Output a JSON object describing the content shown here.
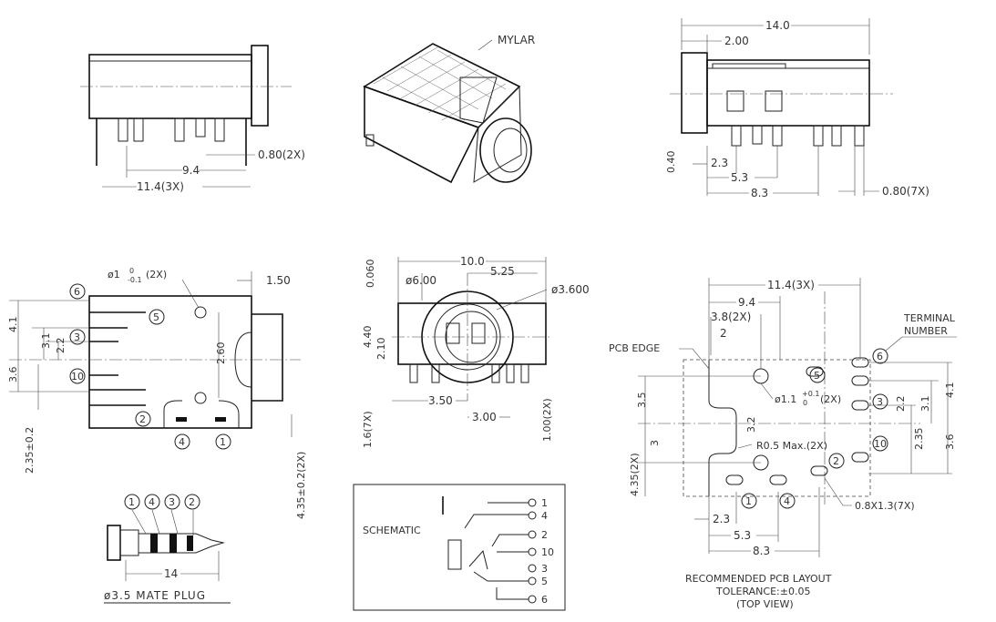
{
  "side_view": {
    "dim_lead_width": "0.80(2X)",
    "dim_9_4": "9.4",
    "dim_11_4": "11.4(3X)"
  },
  "iso_view": {
    "mylar_label": "MYLAR"
  },
  "top_view": {
    "dim_14": "14.0",
    "dim_2": "2.00",
    "dim_040": "0.40",
    "dim_2_3": "2.3",
    "dim_5_3": "5.3",
    "dim_8_3": "8.3",
    "dim_080_7x": "0.80(7X)"
  },
  "pin_view": {
    "hole_dim": "ø1 0 -0.1 (2X)",
    "hole_dim_main": "ø1",
    "hole_tol_up": "0",
    "hole_tol_dn": "-0.1",
    "hole_count": "(2X)",
    "dim_150": "1.50",
    "dim_41": "4.1",
    "dim_31": "3.1",
    "dim_22": "2.2",
    "dim_36": "3.6",
    "dim_260": "2.60",
    "dim_235": "2.35±0.2",
    "dim_435": "4.35±0.2(2X)",
    "pins": [
      "6",
      "5",
      "3",
      "10",
      "2",
      "4",
      "1"
    ]
  },
  "front_view": {
    "dim_10": "10.0",
    "dim_0060": "0.060",
    "dim_600": "ø6.00",
    "dim_525": "5.25",
    "dim_3600": "ø3.600",
    "dim_440": "4.40",
    "dim_210": "2.10",
    "dim_350": "3.50",
    "dim_300": "3.00",
    "dim_16": "1.6(7X)",
    "dim_100": "1.00(2X)"
  },
  "plug": {
    "dim_14": "14",
    "label": "ø3.5 MATE PLUG",
    "rings": [
      "1",
      "4",
      "3",
      "2"
    ]
  },
  "schematic": {
    "label": "SCHEMATIC",
    "terminals": [
      "1",
      "4",
      "2",
      "10",
      "3",
      "5",
      "6"
    ]
  },
  "pcb_layout": {
    "dim_114": "11.4(3X)",
    "dim_94": "9.4",
    "dim_38": "3.8(2X)",
    "dim_2": "2",
    "pcb_edge": "PCB EDGE",
    "terminal_number_1": "TERMINAL",
    "terminal_number_2": "NUMBER",
    "dim_hole": "ø1.1 +0.1 0 (2X)",
    "dim_hole_main": "ø1.1",
    "dim_hole_tol_up": "+0.1",
    "dim_hole_tol_dn": "0",
    "dim_hole_count": "(2X)",
    "dim_35": "3.5",
    "dim_435": "4.35(2X)",
    "dim_3": "3",
    "dim_32": "3.2",
    "dim_22": "2.2",
    "dim_31": "3.1",
    "dim_41": "4.1",
    "dim_235": "2.35",
    "dim_36": "3.6",
    "dim_r05": "R0.5 Max.(2X)",
    "dim_slot": "0.8X1.3(7X)",
    "dim_23": "2.3",
    "dim_53": "5.3",
    "dim_83": "8.3",
    "pins": [
      "5",
      "6",
      "3",
      "10",
      "2",
      "1",
      "4"
    ],
    "caption_1": "RECOMMENDED PCB LAYOUT",
    "caption_2": "TOLERANCE:±0.05",
    "caption_3": "(TOP VIEW)"
  }
}
